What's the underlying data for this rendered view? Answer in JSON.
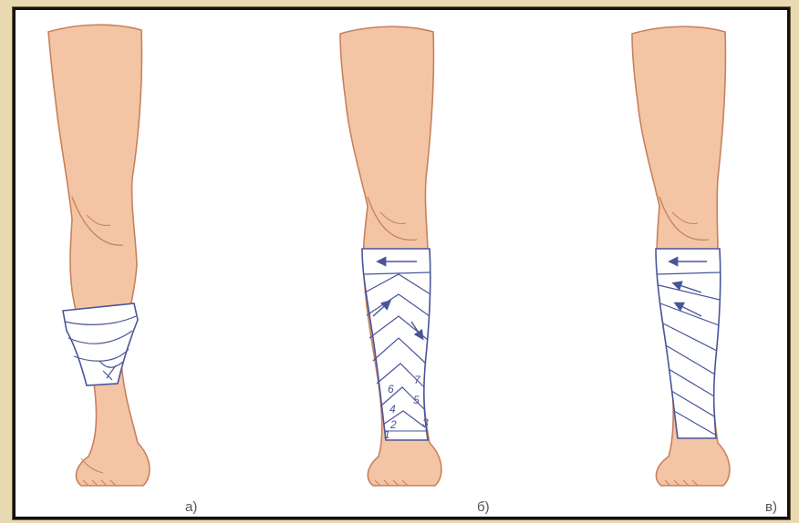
{
  "panels": [
    {
      "label": "а)"
    },
    {
      "label": "б)"
    },
    {
      "label": "в)"
    }
  ],
  "turn_numbers": [
    "1",
    "2",
    "3",
    "4",
    "5",
    "6",
    "7"
  ],
  "colors": {
    "skin": "#f3c5a4",
    "skin_outline": "#c9805e",
    "bandage": "#ffffff",
    "bandage_line": "#4a5599",
    "page_bg": "#e9d9b3",
    "frame": "#111111"
  },
  "icons": [
    "leg-illustration",
    "bandage-wrap",
    "arrow-icon"
  ]
}
